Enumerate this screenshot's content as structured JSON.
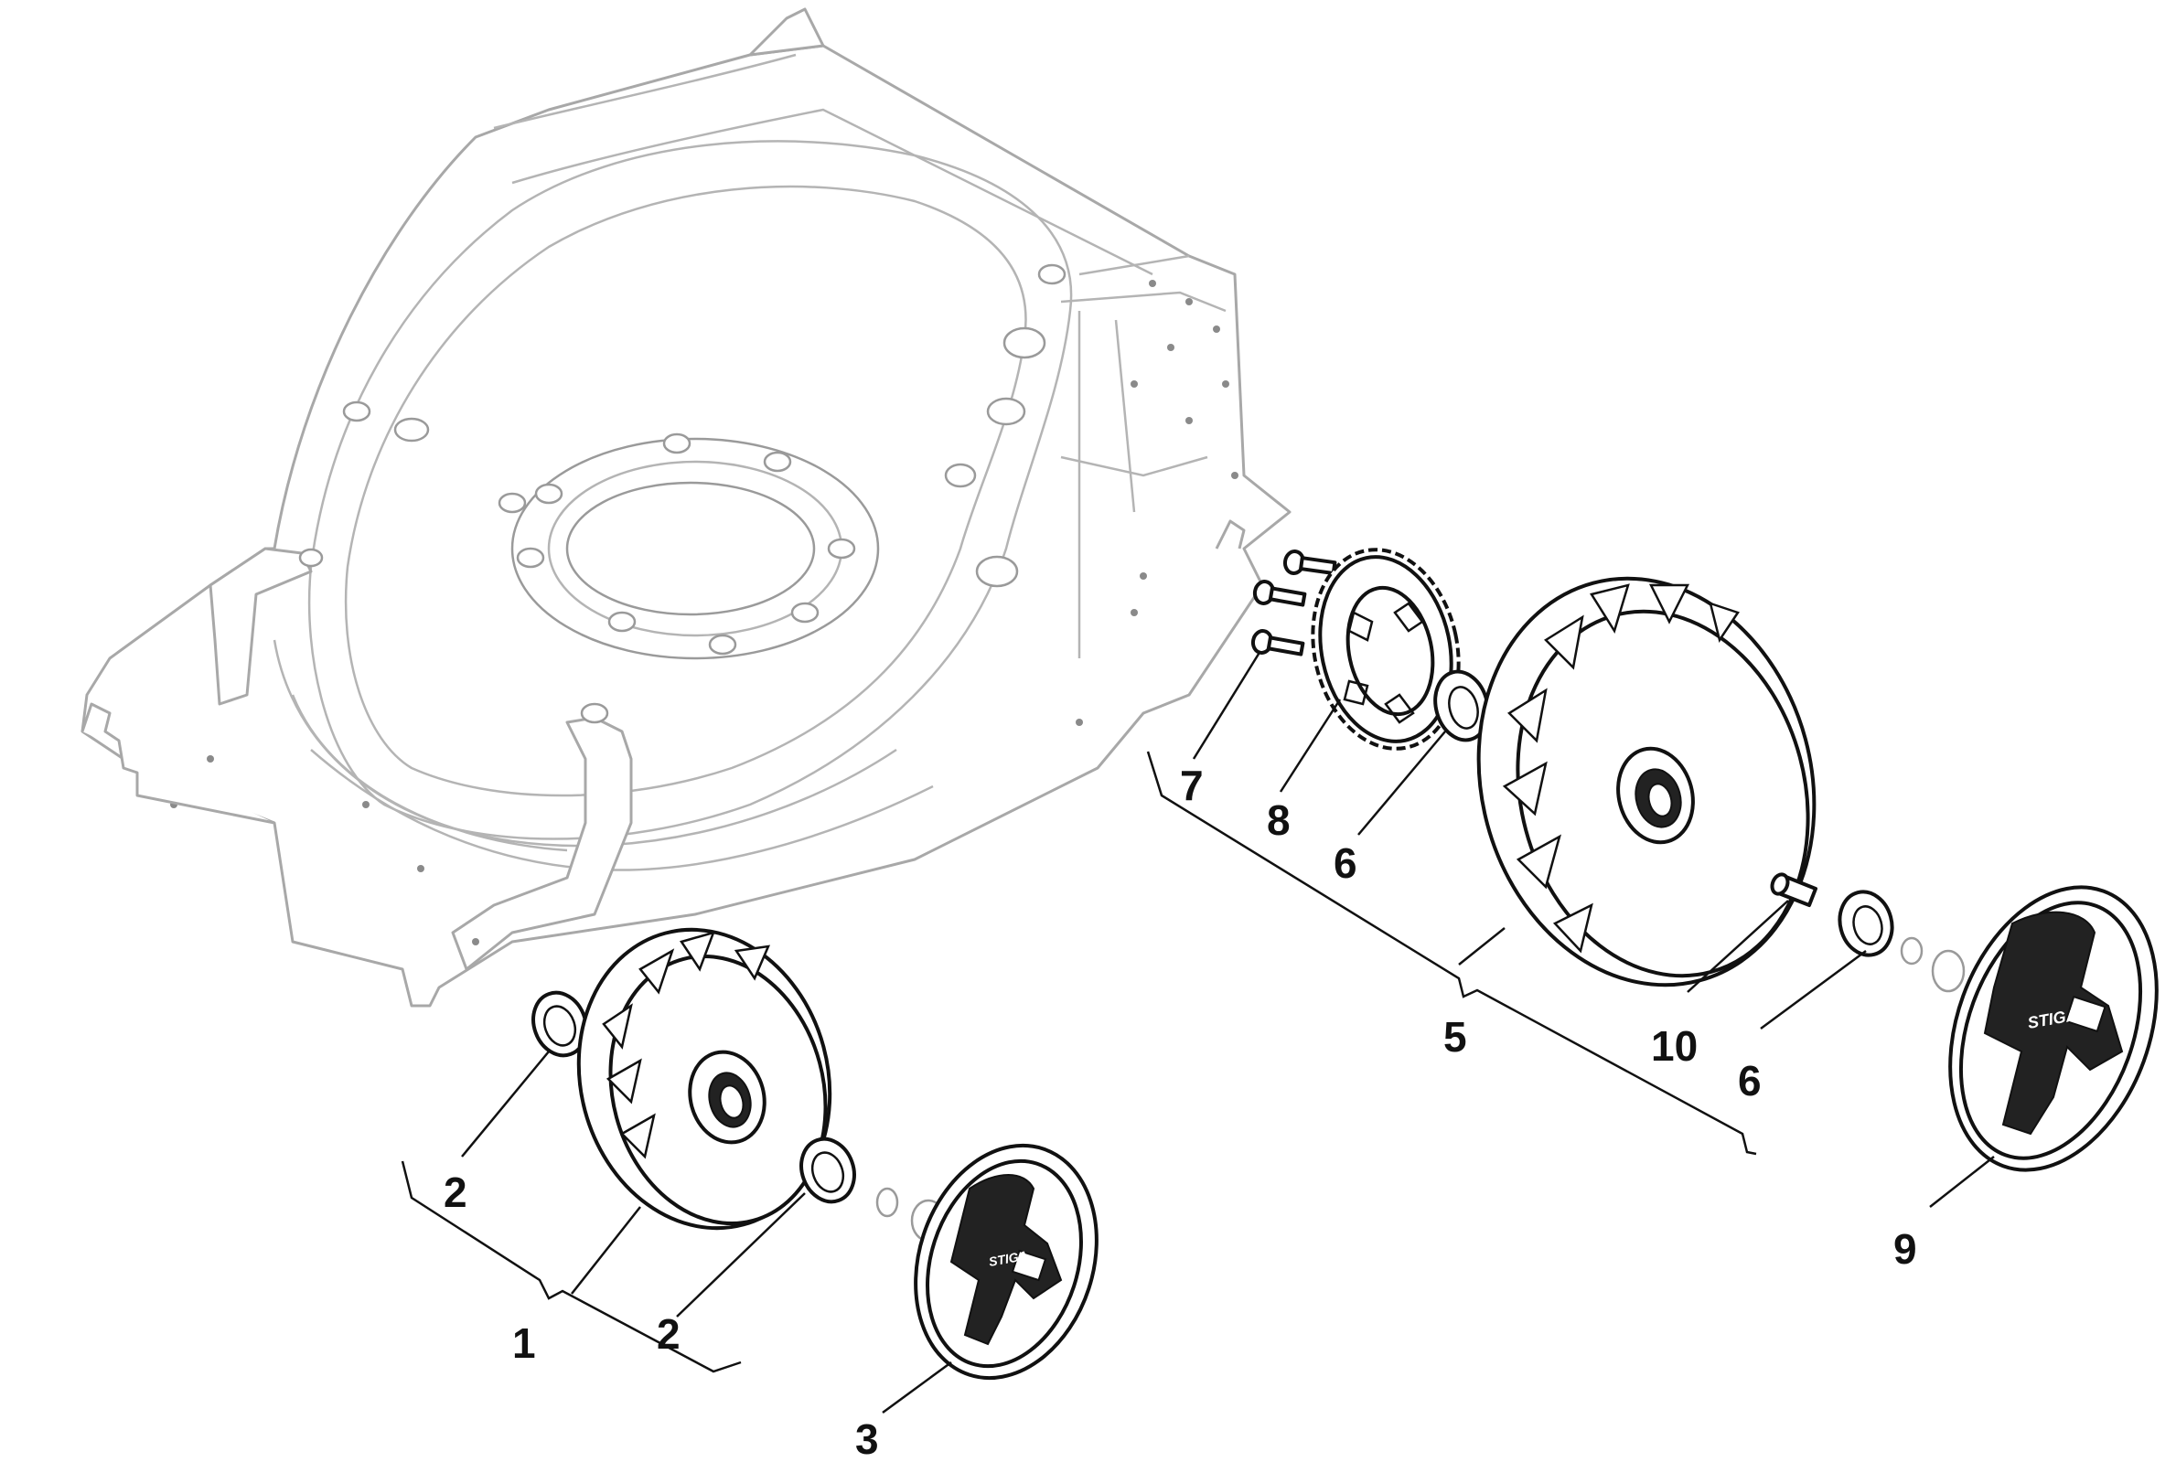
{
  "callouts": {
    "c1": "1",
    "c2a": "2",
    "c2b": "2",
    "c3": "3",
    "c5": "5",
    "c6a": "6",
    "c6b": "6",
    "c7": "7",
    "c8": "8",
    "c9": "9",
    "c10": "10"
  },
  "hubcap_logo_text": "STIGA",
  "colors": {
    "deck_outline": "#a8a8a8",
    "part_outline": "#111111",
    "background": "#ffffff"
  }
}
